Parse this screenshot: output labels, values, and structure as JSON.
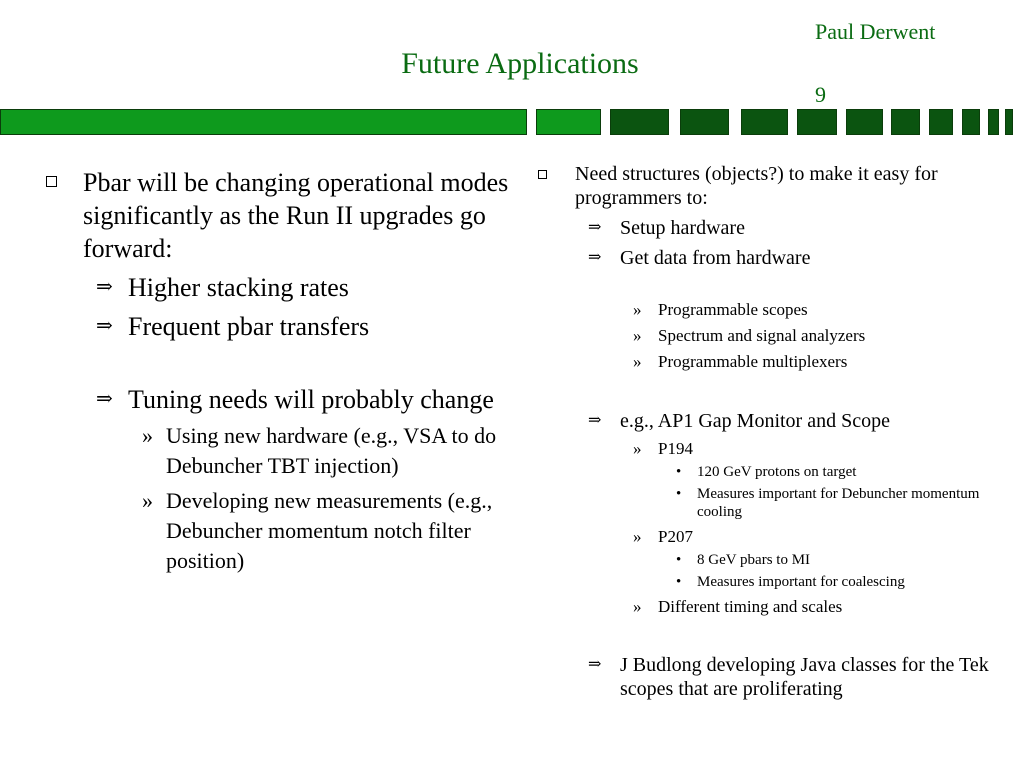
{
  "header": {
    "author": "Paul Derwent",
    "title": "Future Applications",
    "page_number": "9"
  },
  "colors": {
    "accent": "#0a6b12",
    "bar_light": "#0e9a1d",
    "bar_dark": "#0b5410"
  },
  "markers": {
    "level1": "square-bullet-icon",
    "level2": "⇒",
    "level3": "»",
    "level4": "•"
  },
  "left_column": {
    "item1": "Pbar will be changing operational modes significantly as the Run II upgrades go forward:",
    "sub1": "Higher stacking rates",
    "sub2": "Frequent pbar transfers",
    "sub3": "Tuning needs will probably change",
    "sub3_items": [
      "Using new hardware (e.g., VSA to do Debuncher TBT injection)",
      "Developing new measurements (e.g., Debuncher momentum notch filter position)"
    ]
  },
  "right_column": {
    "item1": "Need structures (objects?) to make it easy for programmers to:",
    "sub1": "Setup hardware",
    "sub2": "Get data from hardware",
    "sub2_items": [
      "Programmable scopes",
      "Spectrum and signal analyzers",
      "Programmable multiplexers"
    ],
    "sub3": "e.g., AP1 Gap Monitor and Scope",
    "p194": "P194",
    "p194_items": [
      "120 GeV protons on target",
      "Measures important for Debuncher momentum cooling"
    ],
    "p207": "P207",
    "p207_items": [
      "8 GeV pbars to MI",
      "Measures important for coalescing"
    ],
    "different": "Different timing and scales",
    "sub4": "J Budlong developing Java classes for the Tek scopes that are proliferating"
  }
}
